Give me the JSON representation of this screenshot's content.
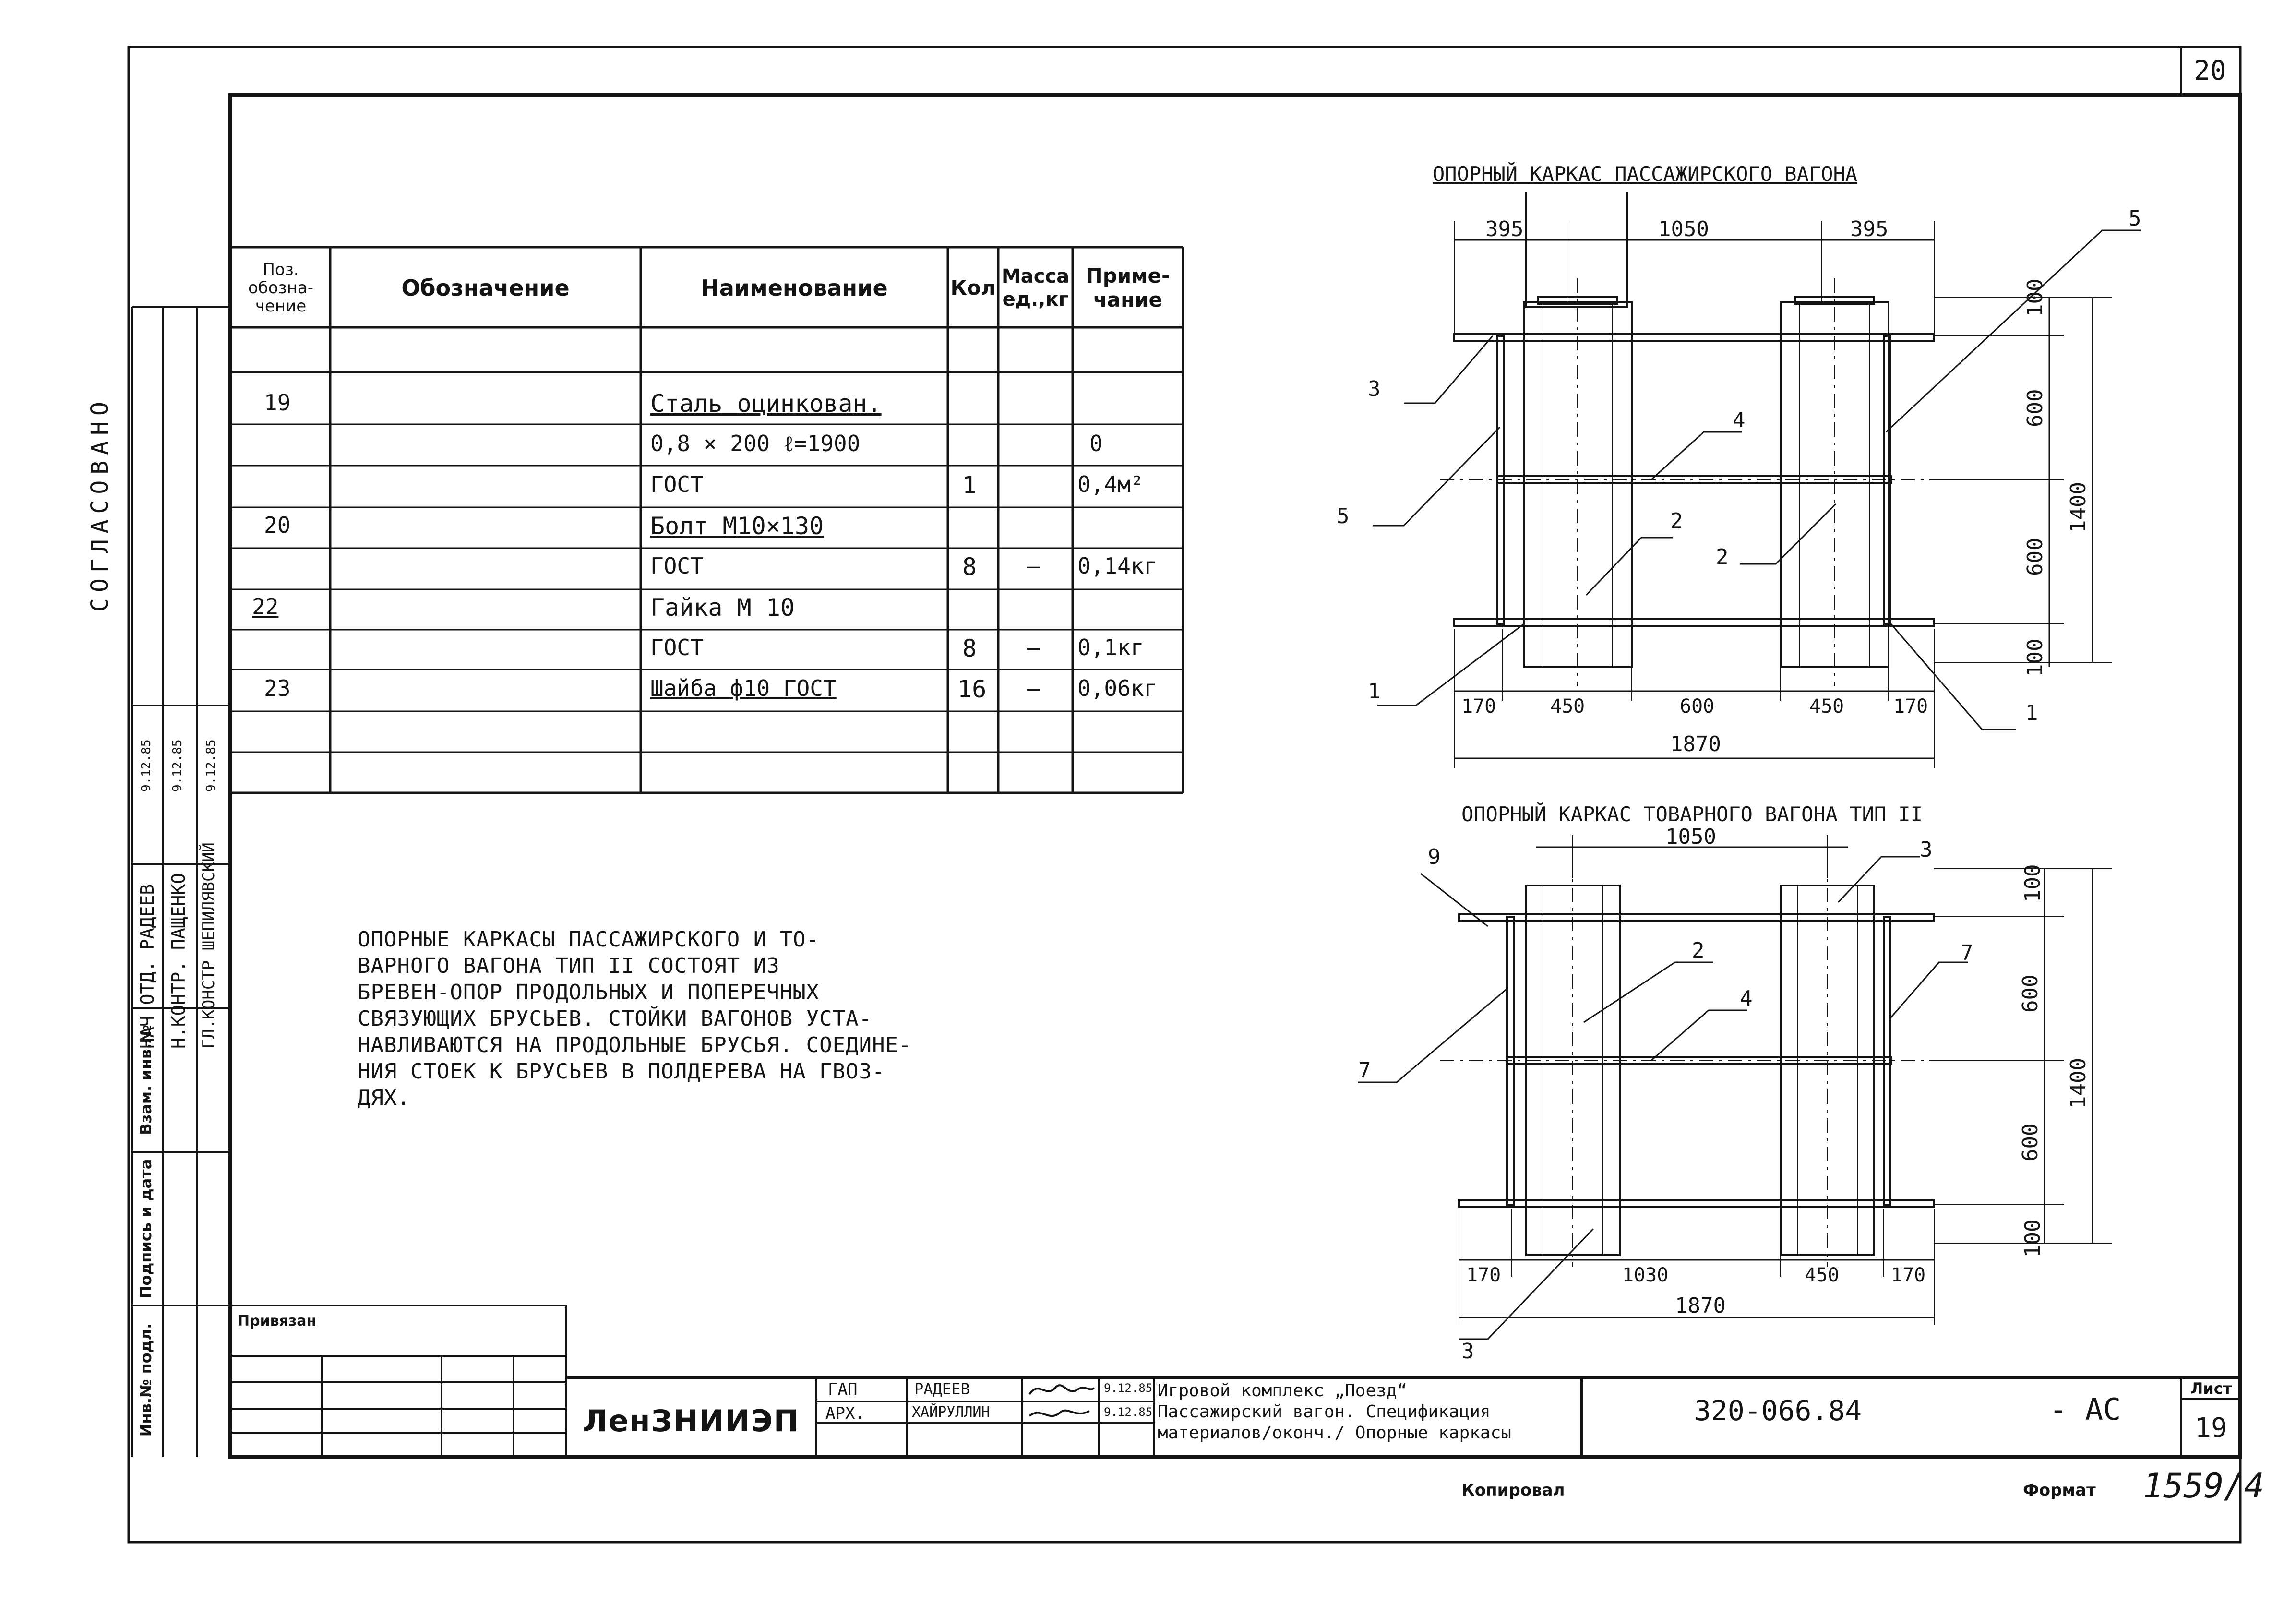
{
  "sheet_number": "20",
  "spec_table": {
    "headers": {
      "pos": [
        "Поз.",
        "обозна-",
        "чение"
      ],
      "designation": "Обозначение",
      "name": "Наименование",
      "qty": "Кол",
      "mass": [
        "Масса",
        "ед.,кг"
      ],
      "note": [
        "Приме-",
        "чание"
      ]
    },
    "rows": [
      {
        "pos": "19",
        "name": "Сталь оцинкован.",
        "qty": "",
        "mass": "",
        "note": ""
      },
      {
        "pos": "",
        "name": "0,8 × 200   ℓ=1900",
        "qty": "",
        "mass": "",
        "note": "0"
      },
      {
        "pos": "",
        "name": "ГОСТ",
        "qty": "1",
        "mass": "",
        "note": "0,4м²"
      },
      {
        "pos": "20",
        "name": "Болт  М10×130",
        "qty": "",
        "mass": "",
        "note": ""
      },
      {
        "pos": "",
        "name": "ГОСТ",
        "qty": "8",
        "mass": "–",
        "note": "0,14кг"
      },
      {
        "pos": "22",
        "name": "Гайка  М 10",
        "qty": "",
        "mass": "",
        "note": ""
      },
      {
        "pos": "",
        "name": "ГОСТ",
        "qty": "8",
        "mass": "–",
        "note": "0,1кг"
      },
      {
        "pos": "23",
        "name": "Шайба ф10 ГОСТ",
        "qty": "16",
        "mass": "–",
        "note": "0,06кг"
      }
    ]
  },
  "note_text": [
    "ОПОРНЫЕ  КАРКАСЫ  ПАССАЖИРСКОГО  И ТО-",
    "ВАРНОГО ВАГОНА  ТИП  II   СОСТОЯТ   ИЗ",
    "БРЕВЕН-ОПОР   ПРОДОЛЬНЫХ   И  ПОПЕРЕЧНЫХ",
    "СВЯЗУЮЩИХ   БРУСЬЕВ.  СТОЙКИ  ВАГОНОВ  УСТА-",
    "НАВЛИВАЮТСЯ  НА ПРОДОЛЬНЫЕ  БРУСЬЯ.  СОЕДИНЕ-",
    "НИЯ   СТОЕК  К  БРУСЬЕВ    В   ПОЛДЕРЕВА   НА ГВОЗ-",
    "ДЯХ."
  ],
  "drawing1": {
    "title": "ОПОРНЫЙ  КАРКАС  ПАССАЖИРСКОГО  ВАГОНА",
    "dims_top": [
      "395",
      "1050",
      "395"
    ],
    "dims_right": [
      "100",
      "600",
      "600",
      "100",
      "1400"
    ],
    "dims_bottom": [
      "170",
      "450",
      "600",
      "450",
      "170"
    ],
    "dims_total": "1870",
    "labels": [
      "5",
      "3",
      "5",
      "4",
      "2",
      "2",
      "1",
      "1"
    ]
  },
  "drawing2": {
    "title": "ОПОРНЫЙ  КАРКАС  ТОВАРНОГО  ВАГОНА  ТИП  II",
    "dims_top": [
      "1050"
    ],
    "dims_right": [
      "100",
      "600",
      "600",
      "100",
      "1400"
    ],
    "dims_bottom": [
      "170",
      "1030",
      "450",
      "170"
    ],
    "dims_total": "1870",
    "labels": [
      "9",
      "3",
      "2",
      "7",
      "4",
      "7",
      "3"
    ]
  },
  "side_block": {
    "stamp": "СОГЛАСОВАНО",
    "columns": [
      "Инв.№ подл.",
      "Подпись и дата",
      "Взам. инв.№"
    ],
    "people": [
      {
        "role": "НАЧ ОТД.",
        "name": "РАДЕЕВ",
        "date": "9.12.85"
      },
      {
        "role": "Н.КОНТР.",
        "name": "ПАЩЕНКО",
        "date": "9.12.85"
      },
      {
        "role": "ГЛ.КОНСТР",
        "name": "ШЕПИЛЯВСКИЙ",
        "date": "9.12.85"
      }
    ]
  },
  "title_block": {
    "privyazan": "Привязан",
    "org": "ЛенЗНИИЭП",
    "roles": [
      {
        "role": "ГАП",
        "name": "РАДЕЕВ",
        "date": "9.12.85"
      },
      {
        "role": "АРХ.",
        "name": "ХАЙРУЛЛИН",
        "date": "9.12.85"
      }
    ],
    "description": [
      "Игровой  комплекс  „Поезд“",
      "Пассажирский вагон. Спецификация",
      "материалов/оконч./ Опорные  каркасы"
    ],
    "code": "320-066.84",
    "suffix": "- АС",
    "sheet_label": "Лист",
    "sheet": "19",
    "copied": "Копировал",
    "format": "Формат",
    "page_ref": "1559/4"
  }
}
